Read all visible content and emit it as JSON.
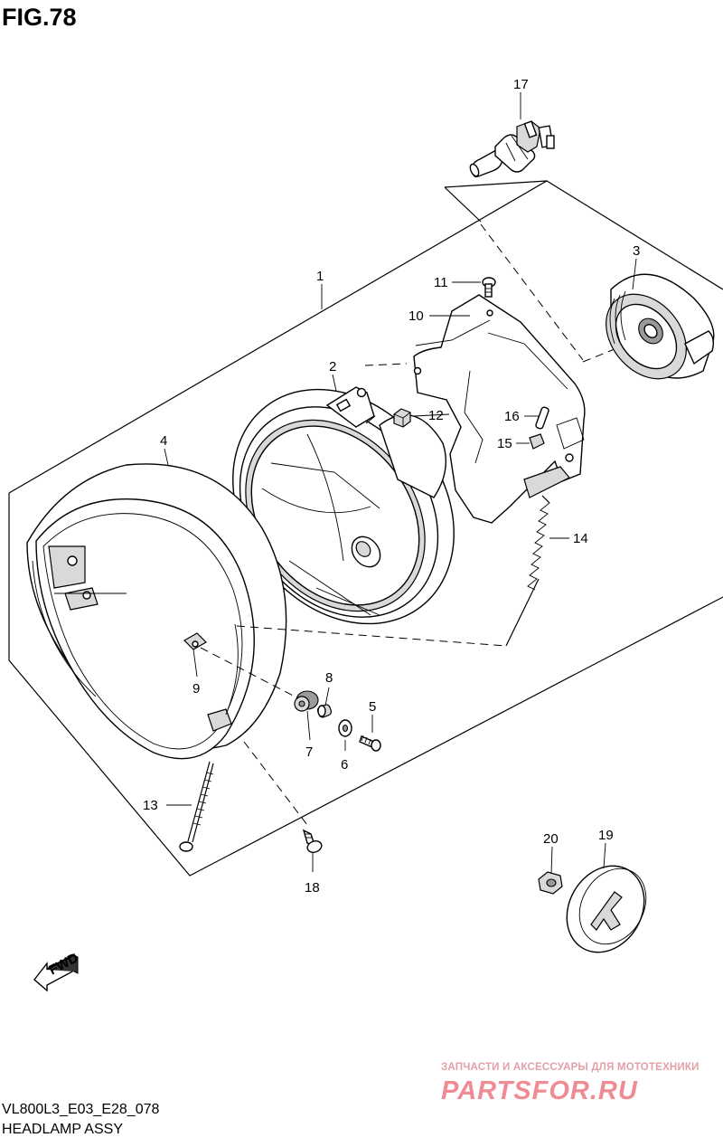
{
  "figure": {
    "title": "FIG.78",
    "model_code": "VL800L3_E03_E28_078",
    "assembly_name": "HEADLAMP ASSY"
  },
  "callouts": [
    "1",
    "2",
    "3",
    "4",
    "5",
    "6",
    "7",
    "8",
    "9",
    "10",
    "11",
    "12",
    "13",
    "14",
    "15",
    "16",
    "17",
    "18",
    "19",
    "20"
  ],
  "fwd_label": "FWD",
  "watermark": {
    "tagline": "ЗАПЧАСТИ И АКСЕССУАРЫ ДЛЯ МОТОТЕХНИКИ",
    "logo": "PARTSFOR.RU",
    "color": "#ef8b95"
  }
}
